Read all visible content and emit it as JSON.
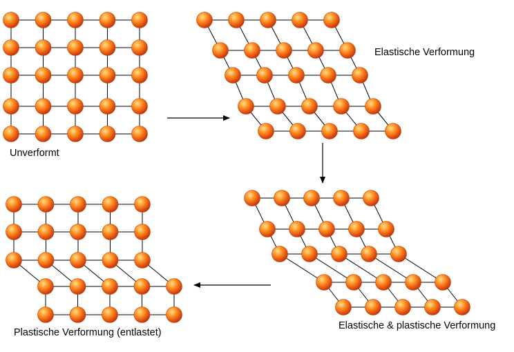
{
  "labels": {
    "undeformed": "Unverformt",
    "elastic": "Elastische Verformung",
    "elastic_plastic": "Elastische & plastische Verformung",
    "plastic_unloaded": "Plastische Verformung (entlastet)"
  },
  "colors": {
    "atom_light": "#ffcf6b",
    "atom_mid": "#ff7a1a",
    "atom_dark": "#c8320a",
    "bond": "#000000",
    "arrow": "#000000"
  },
  "lattices": [
    {
      "name": "undeformed",
      "rows": 5,
      "cols": 5
    },
    {
      "name": "elastic",
      "rows": 5,
      "cols": 5
    },
    {
      "name": "elastic-plastic",
      "rows": 5,
      "cols": 5
    },
    {
      "name": "plastic-unloaded",
      "rows": 5,
      "cols": 5
    }
  ]
}
